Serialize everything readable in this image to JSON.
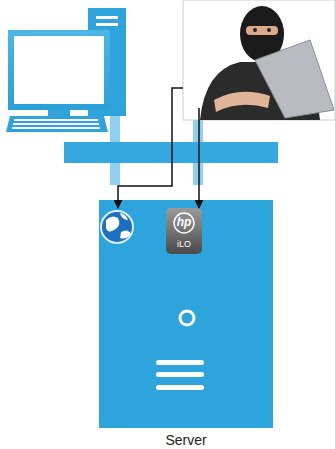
{
  "diagram": {
    "nodes": [
      {
        "text": [
          "Server"
        ]
      },
      {
        "text": [
          "hp",
          "iLO"
        ],
        "in": 0
      }
    ]
  }
}
